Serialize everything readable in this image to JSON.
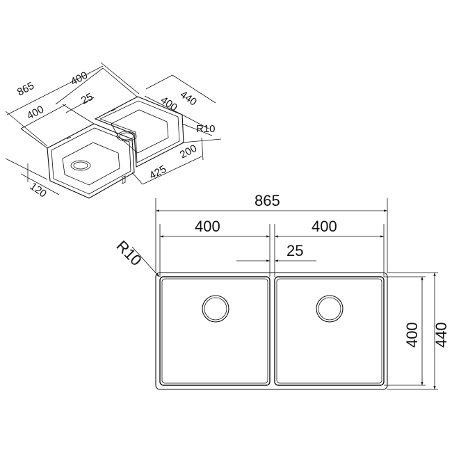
{
  "isometric": {
    "overall_width": "865",
    "bowl_right_width": "400",
    "bowl_left_width": "400",
    "gap": "25",
    "depth_overall": "440",
    "depth_bowl": "400",
    "corner_radius": "R10",
    "bowl_height_right": "200",
    "bowl_height_left": "120",
    "front_length": "425"
  },
  "plan": {
    "overall_width": "865",
    "bowl_left_width": "400",
    "bowl_right_width": "400",
    "gap": "25",
    "corner_radius": "R10",
    "bowl_depth": "400",
    "overall_depth": "440"
  }
}
